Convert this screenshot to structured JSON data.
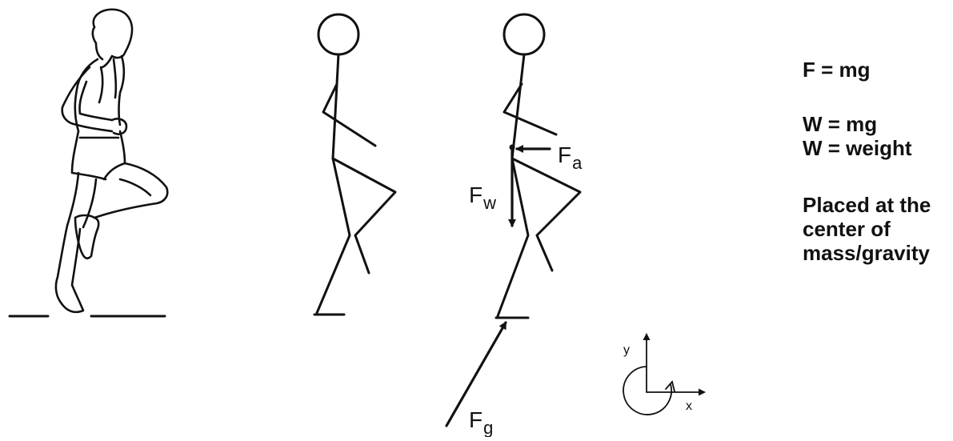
{
  "labels": {
    "force_a": "F",
    "force_a_sub": "a",
    "force_w": "F",
    "force_w_sub": "w",
    "force_g": "F",
    "force_g_sub": "g",
    "axis_y": "y",
    "axis_x": "x"
  },
  "equations": {
    "line1": "F = mg",
    "line2": "W = mg",
    "line3": "W = weight",
    "line4": "Placed at the",
    "line5": "center of",
    "line6": "mass/gravity"
  },
  "colors": {
    "ink": "#111111",
    "background": "#ffffff"
  }
}
